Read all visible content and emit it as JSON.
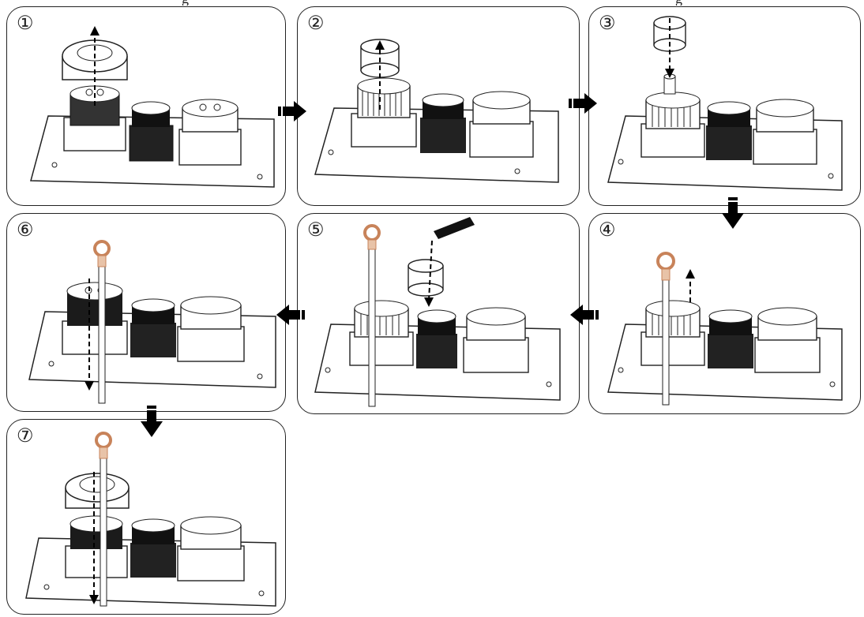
{
  "steps": [
    {
      "label": "①"
    },
    {
      "label": "②"
    },
    {
      "label": "③"
    },
    {
      "label": "④"
    },
    {
      "label": "⑤"
    },
    {
      "label": "⑥"
    },
    {
      "label": "⑦"
    }
  ],
  "colors": {
    "line": "#222222",
    "dark_part": "#1b1b1b",
    "copper": "#c8835a",
    "plate": "#ffffff"
  },
  "icons": [
    "right-arrow-icon",
    "down-arrow-icon",
    "left-arrow-icon"
  ]
}
